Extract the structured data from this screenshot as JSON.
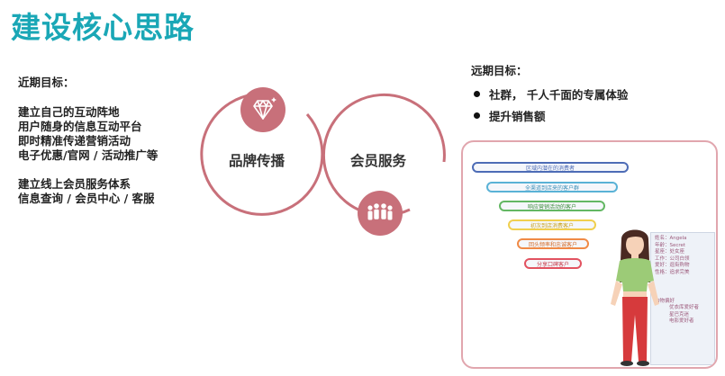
{
  "title": "建设核心思路",
  "near": {
    "heading": "近期目标：",
    "group1": [
      "建立自己的互动阵地",
      "用户随身的信息互动平台",
      "即时精准传递营销活动",
      "电子优惠/官网 / 活动推广等"
    ],
    "group2": [
      "建立线上会员服务体系",
      "信息查询 / 会员中心 / 客服"
    ]
  },
  "diagram": {
    "left_label": "品牌传播",
    "right_label": "会员服务",
    "left_icon": "diamond-icon",
    "right_icon": "people-group-icon",
    "accent_color": "#c8707a"
  },
  "far": {
    "heading": "远期目标：",
    "items": [
      "社群， 千人千面的专属体验",
      "提升销售额"
    ]
  },
  "illustration": {
    "funnel": [
      {
        "label": "区域内潜在的消费者",
        "color": "#4d6cb6"
      },
      {
        "label": "全渠道到店来的客户群",
        "color": "#5ab2d6"
      },
      {
        "label": "响应营销活动的客户",
        "color": "#63b763"
      },
      {
        "label": "初次到店消费客户",
        "color": "#f0cf4e"
      },
      {
        "label": "回头频率和忠诚客户",
        "color": "#f08a46"
      },
      {
        "label": "分享口碑客户",
        "color": "#e25260"
      }
    ],
    "profile": {
      "lines": [
        "姓名：Angela",
        "年龄：Secret",
        "星座：处女座",
        "工作：公司白领",
        "爱好：逛街购物",
        "性格：追求完美"
      ],
      "section": "购物偏好",
      "subs": [
        "优衣库爱好者",
        "星巴克迷",
        "电影爱好者"
      ]
    },
    "person_colors": {
      "hair": "#4a2a22",
      "shirt": "#9ccb77",
      "pants": "#d63a3c"
    }
  }
}
